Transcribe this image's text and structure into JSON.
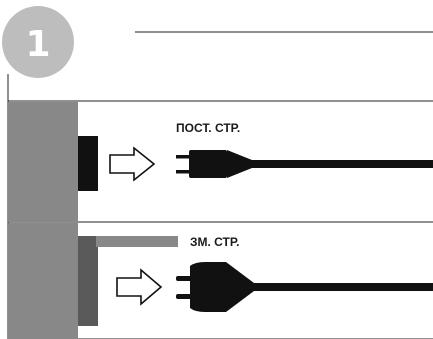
{
  "step": {
    "number": "1"
  },
  "rows": [
    {
      "label": "ПОСТ. СТР."
    },
    {
      "label": "ЗМ. СТР."
    }
  ],
  "colors": {
    "badge": "#bdbdbd",
    "device": "#888888",
    "device_dark": "#5a5a5a",
    "socket": "#111111",
    "cable": "#111111",
    "lines": "#222222"
  },
  "icons": {
    "arrow": "outline-arrow-right",
    "plug_dc": "two-prong-dc-plug",
    "plug_ac": "two-prong-ac-plug"
  }
}
